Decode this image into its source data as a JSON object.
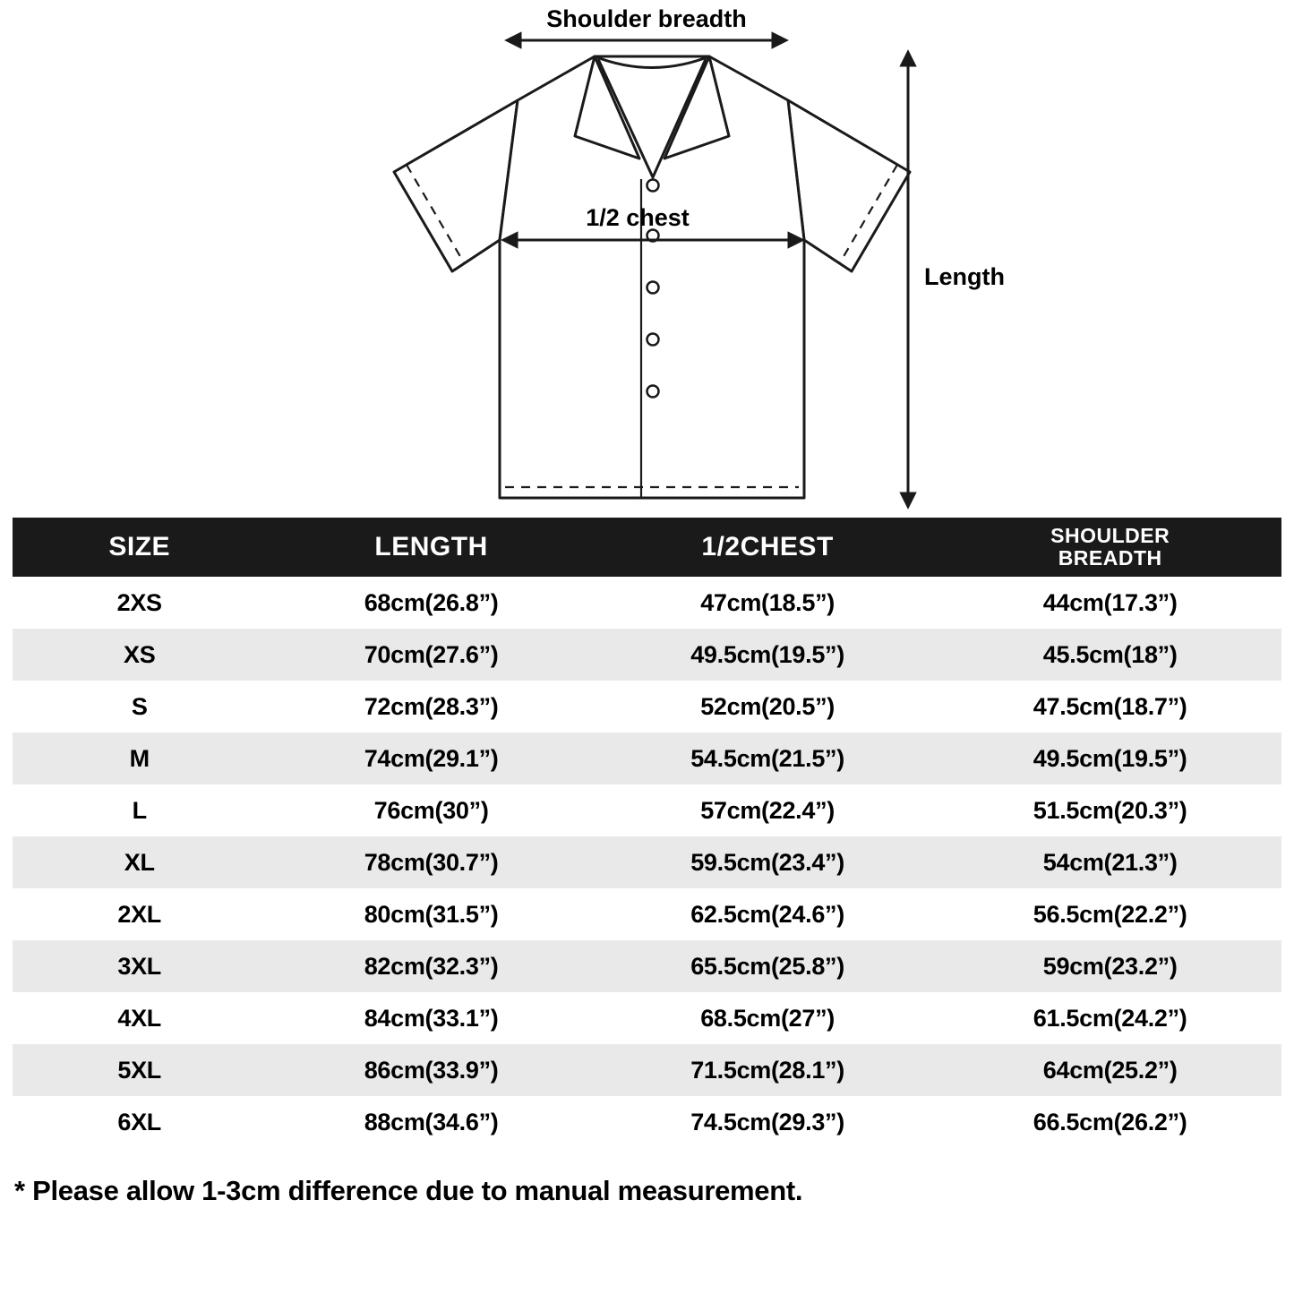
{
  "diagram": {
    "labels": {
      "shoulder_breadth": "Shoulder breadth",
      "half_chest": "1/2 chest",
      "length": "Length"
    }
  },
  "table": {
    "headers": {
      "size": "SIZE",
      "length": "LENGTH",
      "half_chest": "1/2CHEST",
      "shoulder_line1": "SHOULDER",
      "shoulder_line2": "BREADTH"
    },
    "rows": [
      {
        "size": "2XS",
        "length": "68cm(26.8”)",
        "half_chest": "47cm(18.5”)",
        "shoulder_breadth": "44cm(17.3”)"
      },
      {
        "size": "XS",
        "length": "70cm(27.6”)",
        "half_chest": "49.5cm(19.5”)",
        "shoulder_breadth": "45.5cm(18”)"
      },
      {
        "size": "S",
        "length": "72cm(28.3”)",
        "half_chest": "52cm(20.5”)",
        "shoulder_breadth": "47.5cm(18.7”)"
      },
      {
        "size": "M",
        "length": "74cm(29.1”)",
        "half_chest": "54.5cm(21.5”)",
        "shoulder_breadth": "49.5cm(19.5”)"
      },
      {
        "size": "L",
        "length": "76cm(30”)",
        "half_chest": "57cm(22.4”)",
        "shoulder_breadth": "51.5cm(20.3”)"
      },
      {
        "size": "XL",
        "length": "78cm(30.7”)",
        "half_chest": "59.5cm(23.4”)",
        "shoulder_breadth": "54cm(21.3”)"
      },
      {
        "size": "2XL",
        "length": "80cm(31.5”)",
        "half_chest": "62.5cm(24.6”)",
        "shoulder_breadth": "56.5cm(22.2”)"
      },
      {
        "size": "3XL",
        "length": "82cm(32.3”)",
        "half_chest": "65.5cm(25.8”)",
        "shoulder_breadth": "59cm(23.2”)"
      },
      {
        "size": "4XL",
        "length": "84cm(33.1”)",
        "half_chest": "68.5cm(27”)",
        "shoulder_breadth": "61.5cm(24.2”)"
      },
      {
        "size": "5XL",
        "length": "86cm(33.9”)",
        "half_chest": "71.5cm(28.1”)",
        "shoulder_breadth": "64cm(25.2”)"
      },
      {
        "size": "6XL",
        "length": "88cm(34.6”)",
        "half_chest": "74.5cm(29.3”)",
        "shoulder_breadth": "66.5cm(26.2”)"
      }
    ]
  },
  "footnote": "* Please allow 1-3cm difference due to manual measurement.",
  "colors": {
    "header_bg": "#1a1a1a",
    "header_text": "#ffffff",
    "row_alt_bg": "#e9e9e9",
    "line": "#1a1a1a"
  }
}
